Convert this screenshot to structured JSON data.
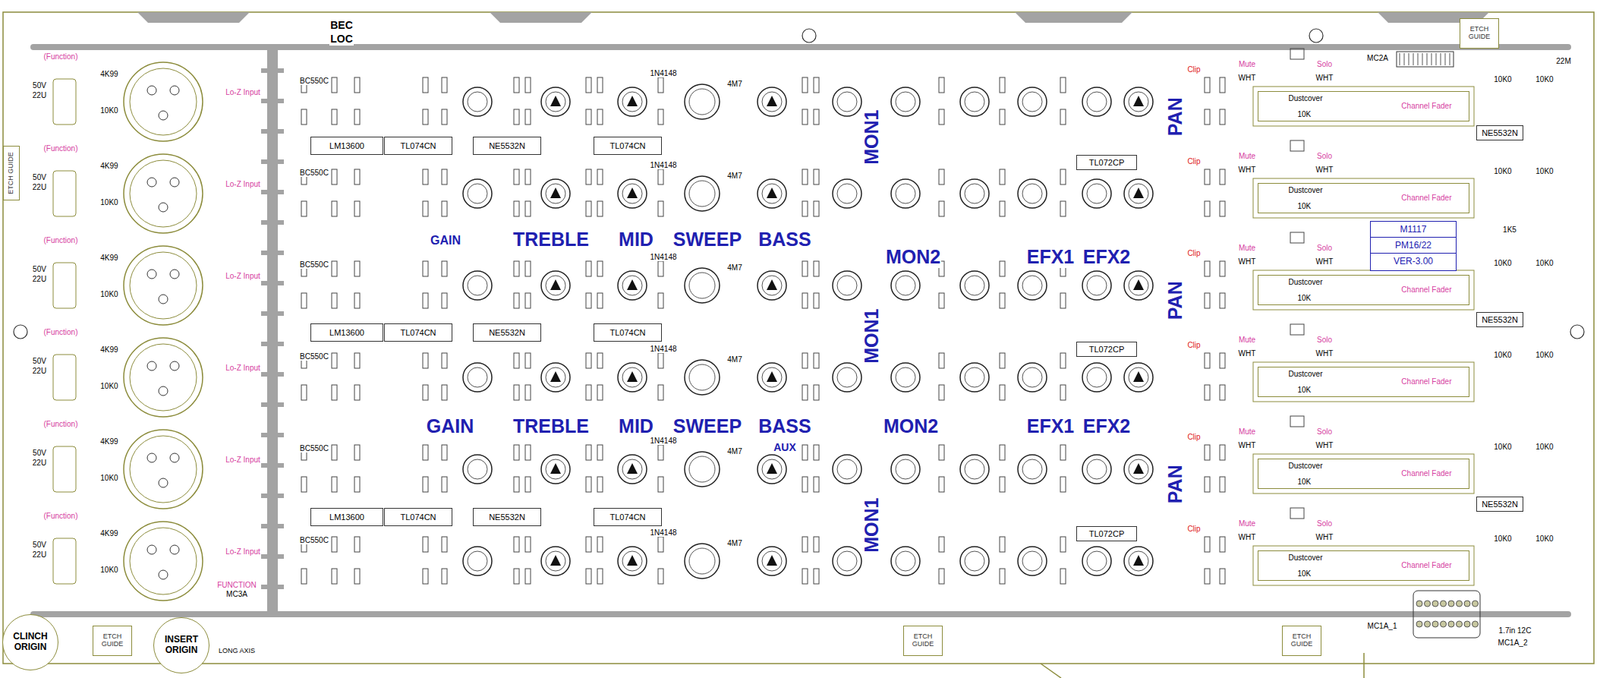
{
  "diagram": {
    "nodes": [
      {
        "text": [
          "ETCH GUIDE"
        ]
      },
      {
        "text": [
          "ETCH GUIDE"
        ]
      },
      {
        "text": [
          "LM13600"
        ]
      },
      {
        "text": [
          "TL074CN"
        ]
      },
      {
        "text": [
          "NE5532N"
        ]
      },
      {
        "text": [
          "TL074CN"
        ]
      },
      {
        "text": [
          "TL072CP"
        ]
      },
      {
        "text": [
          "NE5532N"
        ]
      },
      {
        "text": [
          "LM13600"
        ]
      },
      {
        "text": [
          "TL074CN"
        ]
      },
      {
        "text": [
          "NE5532N"
        ]
      },
      {
        "text": [
          "TL074CN"
        ]
      },
      {
        "text": [
          "TL072CP"
        ]
      },
      {
        "text": [
          "NE5532N"
        ]
      },
      {
        "text": [
          "LM13600"
        ]
      },
      {
        "text": [
          "TL074CN"
        ]
      },
      {
        "text": [
          "NE5532N"
        ]
      },
      {
        "text": [
          "TL074CN"
        ]
      },
      {
        "text": [
          "TL072CP"
        ]
      },
      {
        "text": [
          "NE5532N"
        ]
      },
      {
        "text": [
          "Dustcover",
          "10K",
          "Channel Fader"
        ]
      },
      {
        "text": [
          "Dustcover",
          "10K",
          "Channel Fader"
        ]
      },
      {
        "text": [
          "Dustcover",
          "10K",
          "Channel Fader"
        ]
      },
      {
        "text": [
          "Dustcover",
          "10K",
          "Channel Fader"
        ]
      },
      {
        "text": [
          "Dustcover",
          "10K",
          "Channel Fader"
        ]
      },
      {
        "text": [
          "Dustcover",
          "10K",
          "Channel Fader"
        ]
      },
      {
        "text": [
          "M1117",
          "PM16/22",
          "VER-3.00"
        ]
      },
      {
        "text": [
          "CLINCH ORIGIN"
        ]
      },
      {
        "text": [
          "ETCH GUIDE"
        ]
      },
      {
        "text": [
          "INSERT ORIGIN"
        ]
      },
      {
        "text": [
          "ETCH GUIDE"
        ]
      },
      {
        "text": [
          "ETCH GUIDE"
        ]
      }
    ],
    "labels": [
      "BEC",
      "LOC",
      "GAIN",
      "TREBLE",
      "MID",
      "SWEEP",
      "BASS",
      "MON2",
      "EFX1",
      "EFX2",
      "GAIN",
      "TREBLE",
      "MID",
      "SWEEP",
      "BASS",
      "MON2",
      "EFX1",
      "EFX2",
      "AUX",
      "MON1",
      "MON1",
      "MON1",
      "PAN",
      "PAN",
      "PAN",
      "FUNCTION",
      "MC3A",
      "MC2A",
      "MC1A_1",
      "MC1A_2",
      "1.7in 12C",
      "LONG AXIS",
      "22M",
      "1K5",
      "(Function)",
      "50V",
      "22U",
      "4K99",
      "10K0",
      "Lo-Z Input",
      "BC550C",
      "1N4148",
      "4M7",
      "Clip",
      "Mute",
      "WHT",
      "Solo",
      "WHT",
      "10K0",
      "10K0",
      "(Function)",
      "50V",
      "22U",
      "4K99",
      "10K0",
      "Lo-Z Input",
      "BC550C",
      "1N4148",
      "4M7",
      "Clip",
      "Mute",
      "WHT",
      "Solo",
      "WHT",
      "10K0",
      "10K0",
      "(Function)",
      "50V",
      "22U",
      "4K99",
      "10K0",
      "Lo-Z Input",
      "BC550C",
      "1N4148",
      "4M7",
      "Clip",
      "Mute",
      "WHT",
      "Solo",
      "WHT",
      "10K0",
      "10K0",
      "(Function)",
      "50V",
      "22U",
      "4K99",
      "10K0",
      "Lo-Z Input",
      "BC550C",
      "1N4148",
      "4M7",
      "Clip",
      "Mute",
      "WHT",
      "Solo",
      "WHT",
      "10K0",
      "10K0",
      "(Function)",
      "50V",
      "22U",
      "4K99",
      "10K0",
      "Lo-Z Input",
      "BC550C",
      "1N4148",
      "4M7",
      "Clip",
      "Mute",
      "WHT",
      "Solo",
      "WHT",
      "10K0",
      "10K0",
      "(Function)",
      "50V",
      "22U",
      "4K99",
      "10K0",
      "Lo-Z Input",
      "BC550C",
      "1N4148",
      "4M7",
      "Clip",
      "Mute",
      "WHT",
      "Solo",
      "WHT",
      "10K0",
      "10K0"
    ]
  }
}
